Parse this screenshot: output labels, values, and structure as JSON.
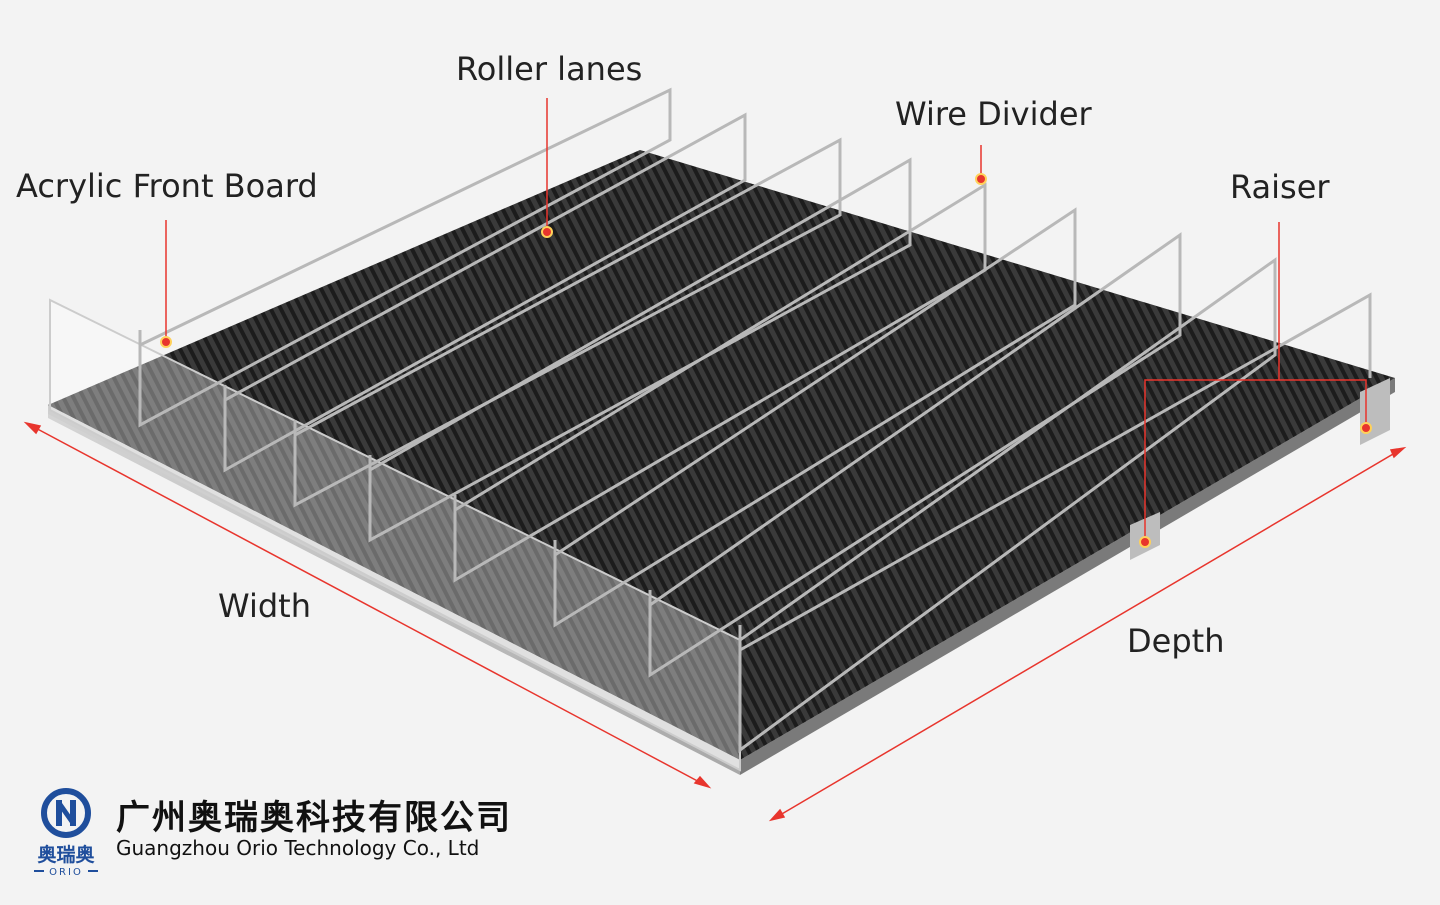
{
  "labels": {
    "roller_lanes": "Roller lanes",
    "wire_divider": "Wire Divider",
    "acrylic_front_board": "Acrylic Front Board",
    "raiser": "Raiser",
    "width": "Width",
    "depth": "Depth"
  },
  "company": {
    "name_cn": "广州奥瑞奥科技有限公司",
    "name_en": "Guangzhou Orio Technology Co., Ltd",
    "logo_text_cn": "奥瑞奥",
    "logo_text_en": "ORIO"
  },
  "colors": {
    "background": "#f3f3f3",
    "callout": "#e8352d",
    "brand_blue": "#1f4e9c",
    "roller": "#2a2a2a",
    "wire": "#c9c9c9"
  }
}
